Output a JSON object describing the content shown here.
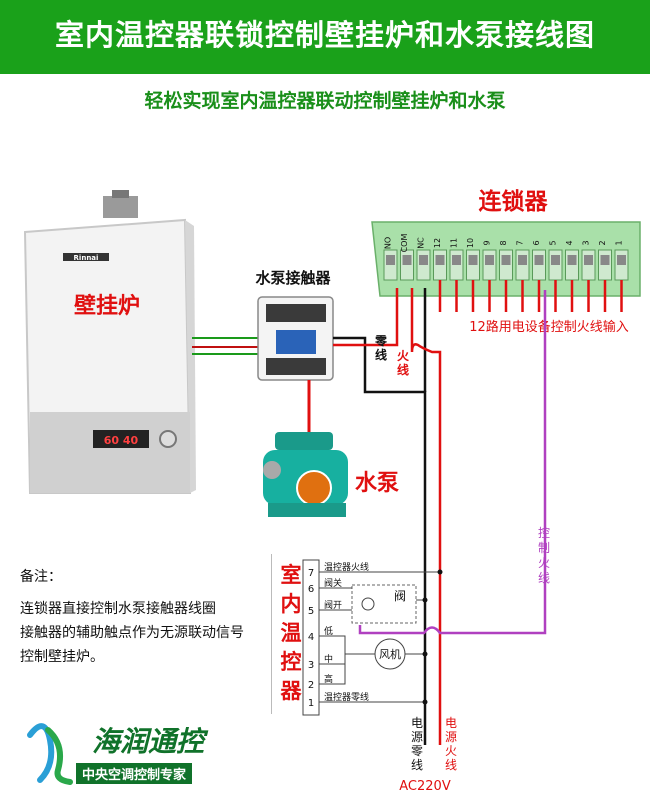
{
  "header": {
    "title": "室内温控器联锁控制壁挂炉和水泵接线图",
    "subtitle": "轻松实现室内温控器联动控制壁挂炉和水泵"
  },
  "boiler": {
    "label": "壁挂炉",
    "brand": "Rinnai",
    "display": "60 40"
  },
  "contactor": {
    "label": "水泵接触器"
  },
  "pump": {
    "label": "水泵"
  },
  "interlock": {
    "label": "连锁器",
    "terminals": [
      "NO",
      "COM",
      "NC",
      "12",
      "11",
      "10",
      "9",
      "8",
      "7",
      "6",
      "5",
      "4",
      "3",
      "2",
      "1"
    ],
    "input_note": "12路用电设备控制火线输入"
  },
  "wire_labels": {
    "neutral": "零\n线",
    "live": "火\n线",
    "control_live": "控\n制\n火\n线",
    "power_neutral": "电\n源\n零\n线",
    "power_live": "电\n源\n火\n线",
    "ac": "AC220V"
  },
  "thermostat": {
    "label": "室内温控器",
    "terminals": [
      {
        "num": "7",
        "text": "温控器火线"
      },
      {
        "num": "6",
        "text": "阀关"
      },
      {
        "num": "5",
        "text": "阀开"
      },
      {
        "num": "4",
        "text": "低"
      },
      {
        "num": "3",
        "text": "中"
      },
      {
        "num": "2",
        "text": "高"
      },
      {
        "num": "1",
        "text": "温控器零线"
      }
    ],
    "valve": "阀",
    "fan": "风机"
  },
  "notes": {
    "heading": "备注：",
    "lines": [
      "连锁器直接控制水泵接触器线圈",
      "接触器的辅助触点作为无源联动信号",
      "控制壁挂炉。"
    ]
  },
  "logo": {
    "name": "海润通控",
    "slogan": "中央空调控制专家"
  },
  "colors": {
    "banner": "#1aa11a",
    "subtitle": "#1a8f1a",
    "red_label": "#e01010",
    "live_wire": "#e01010",
    "neutral_wire": "#111111",
    "control_wire": "#b040c0",
    "terminal_block": "#a9e0a9",
    "logo": "#10722a"
  }
}
